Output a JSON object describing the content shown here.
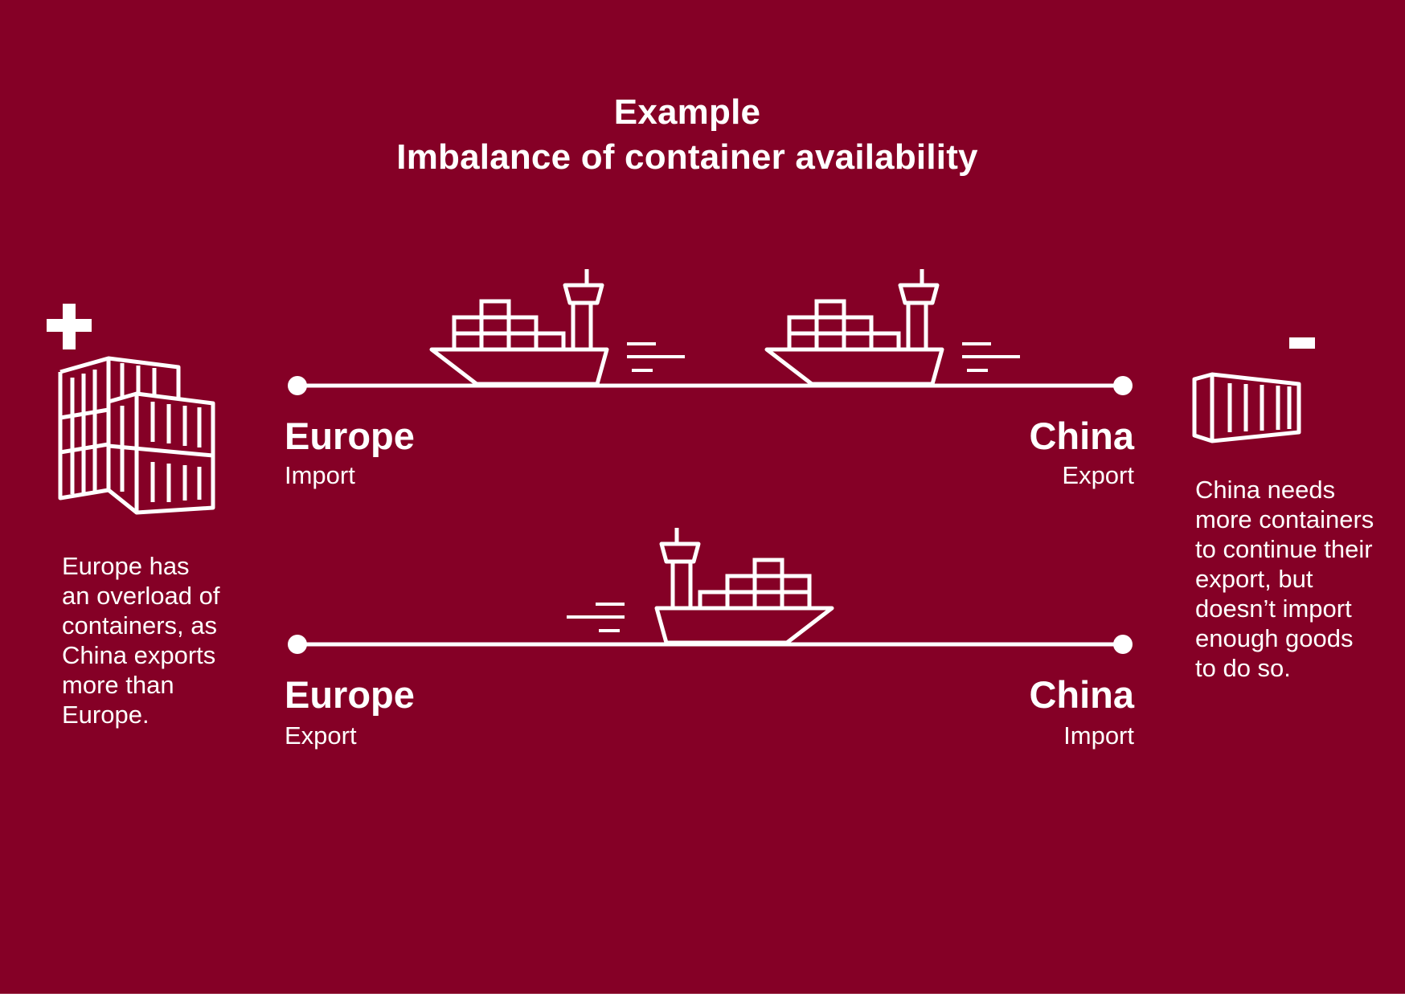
{
  "header": {
    "title_line1": "Example",
    "title_line2": "Imbalance of container availability"
  },
  "route_top": {
    "from_place": "Europe",
    "from_role": "Import",
    "to_place": "China",
    "to_role": "Export"
  },
  "route_bottom": {
    "from_place": "Europe",
    "from_role": "Export",
    "to_place": "China",
    "to_role": "Import"
  },
  "europe_note": {
    "sign": "+",
    "lines": [
      "Europe has",
      "an overload of",
      "containers, as",
      "China exports",
      "more than",
      "Europe."
    ]
  },
  "china_note": {
    "sign": "-",
    "lines": [
      "China needs",
      "more containers",
      "to continue their",
      "export, but",
      "doesn’t import",
      "enough goods",
      "to do so."
    ]
  },
  "colors": {
    "background": "#850026",
    "foreground": "#ffffff"
  },
  "icons": [
    "plus-icon",
    "container-stack-icon",
    "cargo-ship-icon",
    "container-icon",
    "minus-icon"
  ]
}
